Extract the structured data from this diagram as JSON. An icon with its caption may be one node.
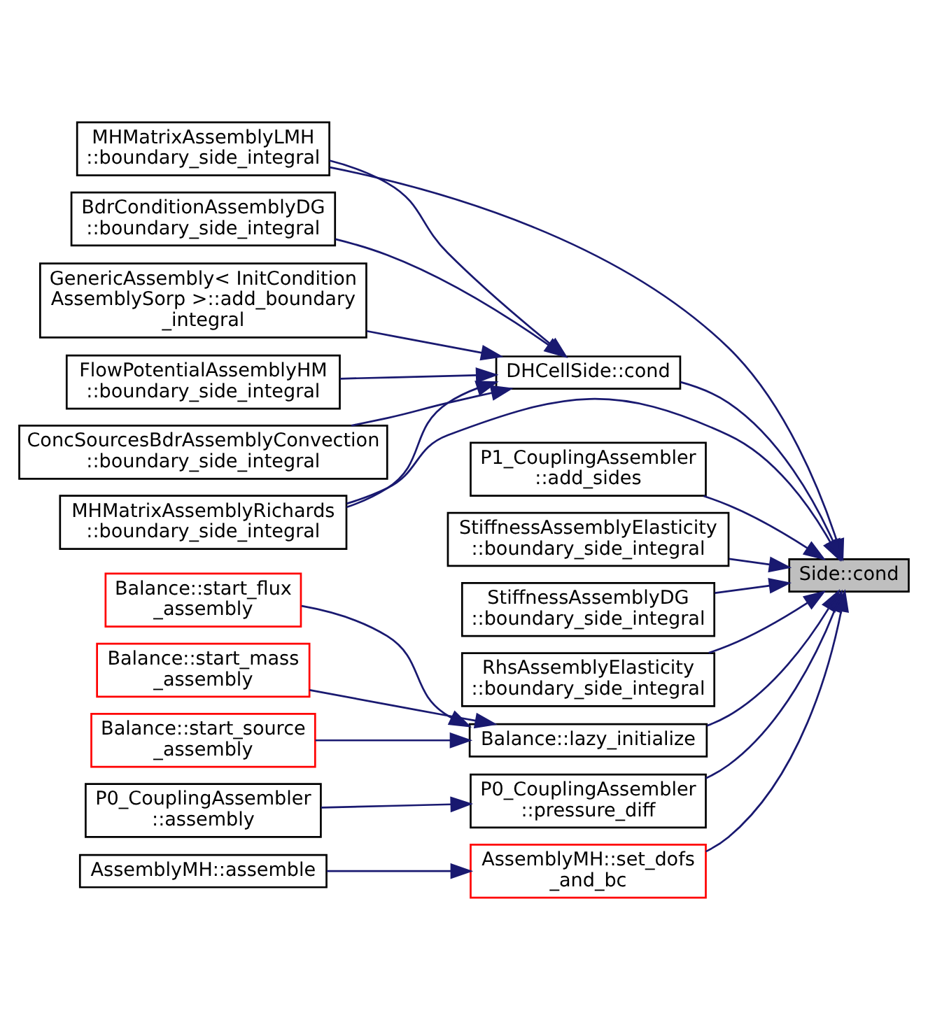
{
  "diagram": {
    "nodes": [
      {
        "text": [
          "MHMatrixAssemblyLMH ::boundary_side_integral"
        ]
      },
      {
        "text": [
          "MHMatrixAssemblyRichards ::boundary_side_integral"
        ]
      },
      {
        "text": [
          "BdrConditionAssemblyDG ::boundary_side_integral"
        ]
      },
      {
        "text": [
          "GenericAssembly< InitCondition AssemblySorp >::add_boundary _integral"
        ]
      },
      {
        "text": [
          "FlowPotentialAssemblyHM ::boundary_side_integral"
        ]
      },
      {
        "text": [
          "ConcSourcesBdrAssemblyConvection ::boundary_side_integral"
        ]
      },
      {
        "text": [
          "Balance::start_flux _assembly"
        ]
      },
      {
        "text": [
          "Balance::start_mass _assembly"
        ]
      },
      {
        "text": [
          "Balance::start_source _assembly"
        ]
      },
      {
        "text": [
          "P0_CouplingAssembler ::assembly"
        ]
      },
      {
        "text": [
          "AssemblyMH::assemble"
        ]
      },
      {
        "text": [
          "P1_CouplingAssembler ::add_sides"
        ]
      },
      {
        "text": [
          "StiffnessAssemblyElasticity ::boundary_side_integral"
        ]
      },
      {
        "text": [
          "DHCellSide::cond"
        ]
      },
      {
        "text": [
          "StiffnessAssemblyDG ::boundary_side_integral"
        ]
      },
      {
        "text": [
          "RhsAssemblyElasticity ::boundary_side_integral"
        ]
      },
      {
        "text": [
          "Balance::lazy_initialize"
        ]
      },
      {
        "text": [
          "P0_CouplingAssembler ::pressure_diff"
        ]
      },
      {
        "text": [
          "AssemblyMH::set_dofs _and_bc"
        ]
      },
      {
        "text": [
          "Side::cond"
        ]
      }
    ],
    "edges": [
      {
        "from": 0,
        "to": 19,
        "arrow": "to"
      },
      {
        "from": 0,
        "to": 13,
        "arrow": "to"
      },
      {
        "from": 1,
        "to": 19,
        "arrow": "to"
      },
      {
        "from": 1,
        "to": 13,
        "arrow": "to"
      },
      {
        "from": 2,
        "to": 13,
        "arrow": "to"
      },
      {
        "from": 3,
        "to": 13,
        "arrow": "to"
      },
      {
        "from": 4,
        "to": 13,
        "arrow": "to"
      },
      {
        "from": 5,
        "to": 13,
        "arrow": "to"
      },
      {
        "from": 6,
        "to": 16,
        "arrow": "to"
      },
      {
        "from": 7,
        "to": 16,
        "arrow": "to"
      },
      {
        "from": 8,
        "to": 16,
        "arrow": "to"
      },
      {
        "from": 9,
        "to": 17,
        "arrow": "to"
      },
      {
        "from": 10,
        "to": 18,
        "arrow": "to"
      },
      {
        "from": 11,
        "to": 19,
        "arrow": "to"
      },
      {
        "from": 12,
        "to": 19,
        "arrow": "to"
      },
      {
        "from": 13,
        "to": 19,
        "arrow": "to"
      },
      {
        "from": 14,
        "to": 19,
        "arrow": "to"
      },
      {
        "from": 15,
        "to": 19,
        "arrow": "to"
      },
      {
        "from": 16,
        "to": 19,
        "arrow": "to"
      },
      {
        "from": 17,
        "to": 19,
        "arrow": "to"
      },
      {
        "from": 18,
        "to": 19,
        "arrow": "to"
      }
    ]
  }
}
